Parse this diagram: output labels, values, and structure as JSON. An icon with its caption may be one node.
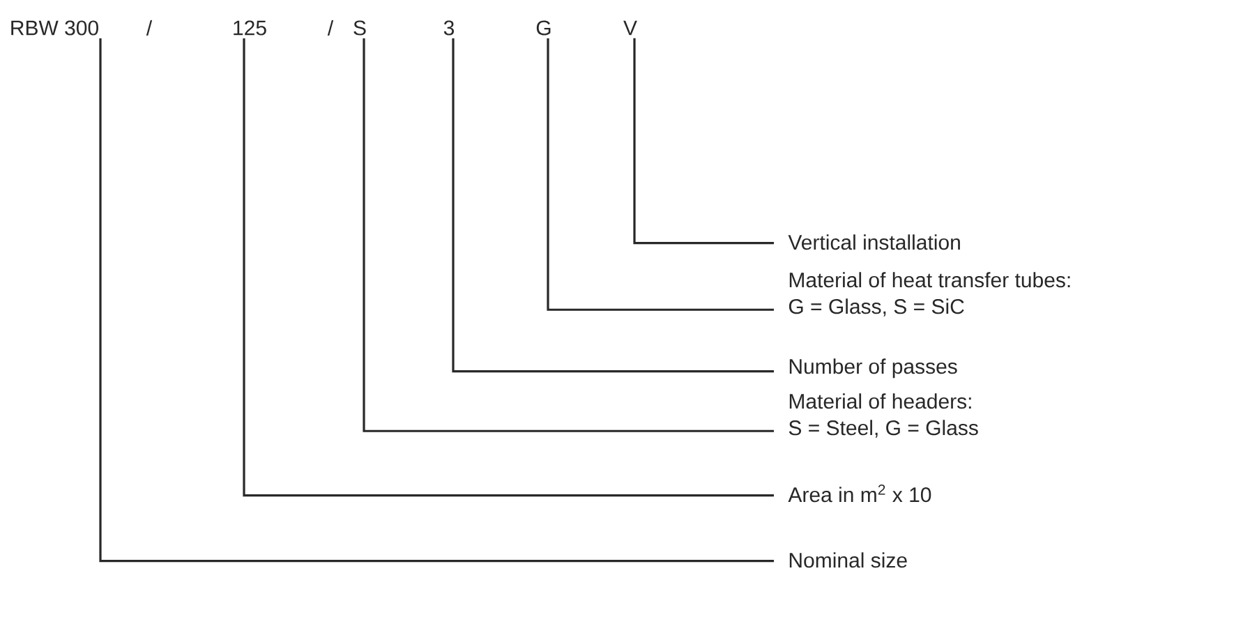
{
  "diagram": {
    "nodes": [
      {
        "text": [
          "RBW 300"
        ]
      },
      {
        "text": [
          "125"
        ]
      },
      {
        "text": [
          "S"
        ]
      },
      {
        "text": [
          "3"
        ]
      },
      {
        "text": [
          "G"
        ]
      },
      {
        "text": [
          "V"
        ]
      },
      {
        "text": [
          "Vertical installation"
        ]
      },
      {
        "text": [
          "Material of heat transfer tubes:",
          "G = Glass, S = SiC"
        ]
      },
      {
        "text": [
          "Number of passes"
        ]
      },
      {
        "text": [
          "Material of headers:",
          "S = Steel, G = Glass"
        ]
      },
      {
        "text": [
          "Area in m$^{2}$ x 10"
        ]
      },
      {
        "text": [
          "Nominal size"
        ]
      }
    ],
    "edges": [
      {
        "from": 5,
        "to": 6,
        "arrow": "none"
      },
      {
        "from": 4,
        "to": 7,
        "arrow": "none"
      },
      {
        "from": 3,
        "to": 8,
        "arrow": "none"
      },
      {
        "from": 2,
        "to": 9,
        "arrow": "none"
      },
      {
        "from": 1,
        "to": 10,
        "arrow": "none"
      },
      {
        "from": 0,
        "to": 11,
        "arrow": "none"
      }
    ],
    "labels": [
      "/",
      "/"
    ]
  }
}
